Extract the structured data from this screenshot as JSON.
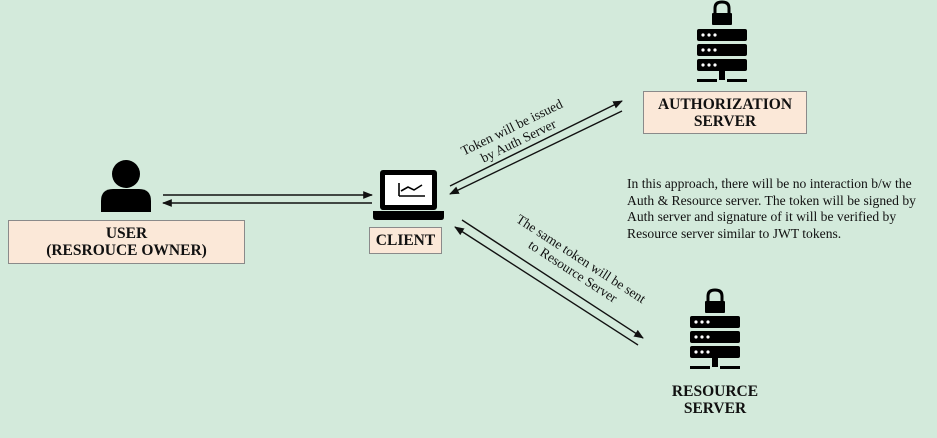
{
  "nodes": {
    "user": {
      "lines": [
        "USER",
        "(RESROUCE OWNER)"
      ],
      "icon": "person-icon"
    },
    "client": {
      "lines": [
        "CLIENT"
      ],
      "icon": "laptop-icon"
    },
    "auth_server": {
      "lines": [
        "AUTHORIZATION",
        "SERVER"
      ],
      "icon": "locked-server-icon"
    },
    "resource_server": {
      "lines": [
        "RESOURCE",
        "SERVER"
      ],
      "icon": "locked-server-icon"
    }
  },
  "edge_labels": {
    "token_issued": [
      "Token will be issued",
      "by Auth Server"
    ],
    "token_sent": [
      "The same token will be sent",
      "to Resource Server"
    ]
  },
  "note": "In this approach, there will be no interaction b/w the Auth & Resource server. The token will be signed by Auth server and signature of it will be verified by Resource server similar to JWT tokens.",
  "colors": {
    "background": "#d3eadb",
    "box_fill": "#fbe8d8",
    "box_border": "#8a8a8a",
    "ink": "#111111"
  }
}
